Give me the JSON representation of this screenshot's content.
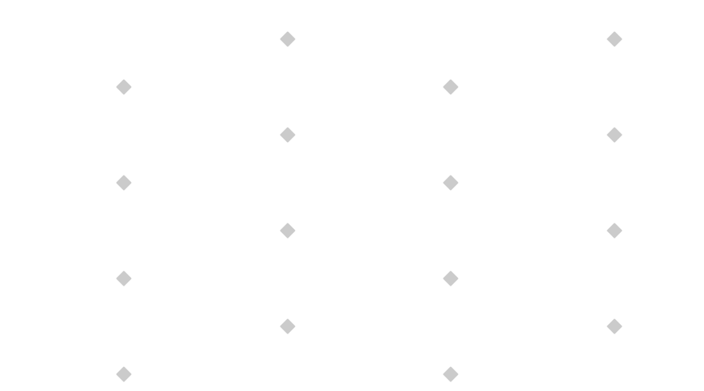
{
  "pattern": {
    "background_color": "#ffffff",
    "shape": "diamond",
    "shape_color": "#cbcbcb",
    "rows": [
      {
        "count": 2
      },
      {
        "count": 2
      },
      {
        "count": 2
      },
      {
        "count": 2
      },
      {
        "count": 2
      },
      {
        "count": 2
      },
      {
        "count": 2
      },
      {
        "count": 2
      }
    ]
  }
}
